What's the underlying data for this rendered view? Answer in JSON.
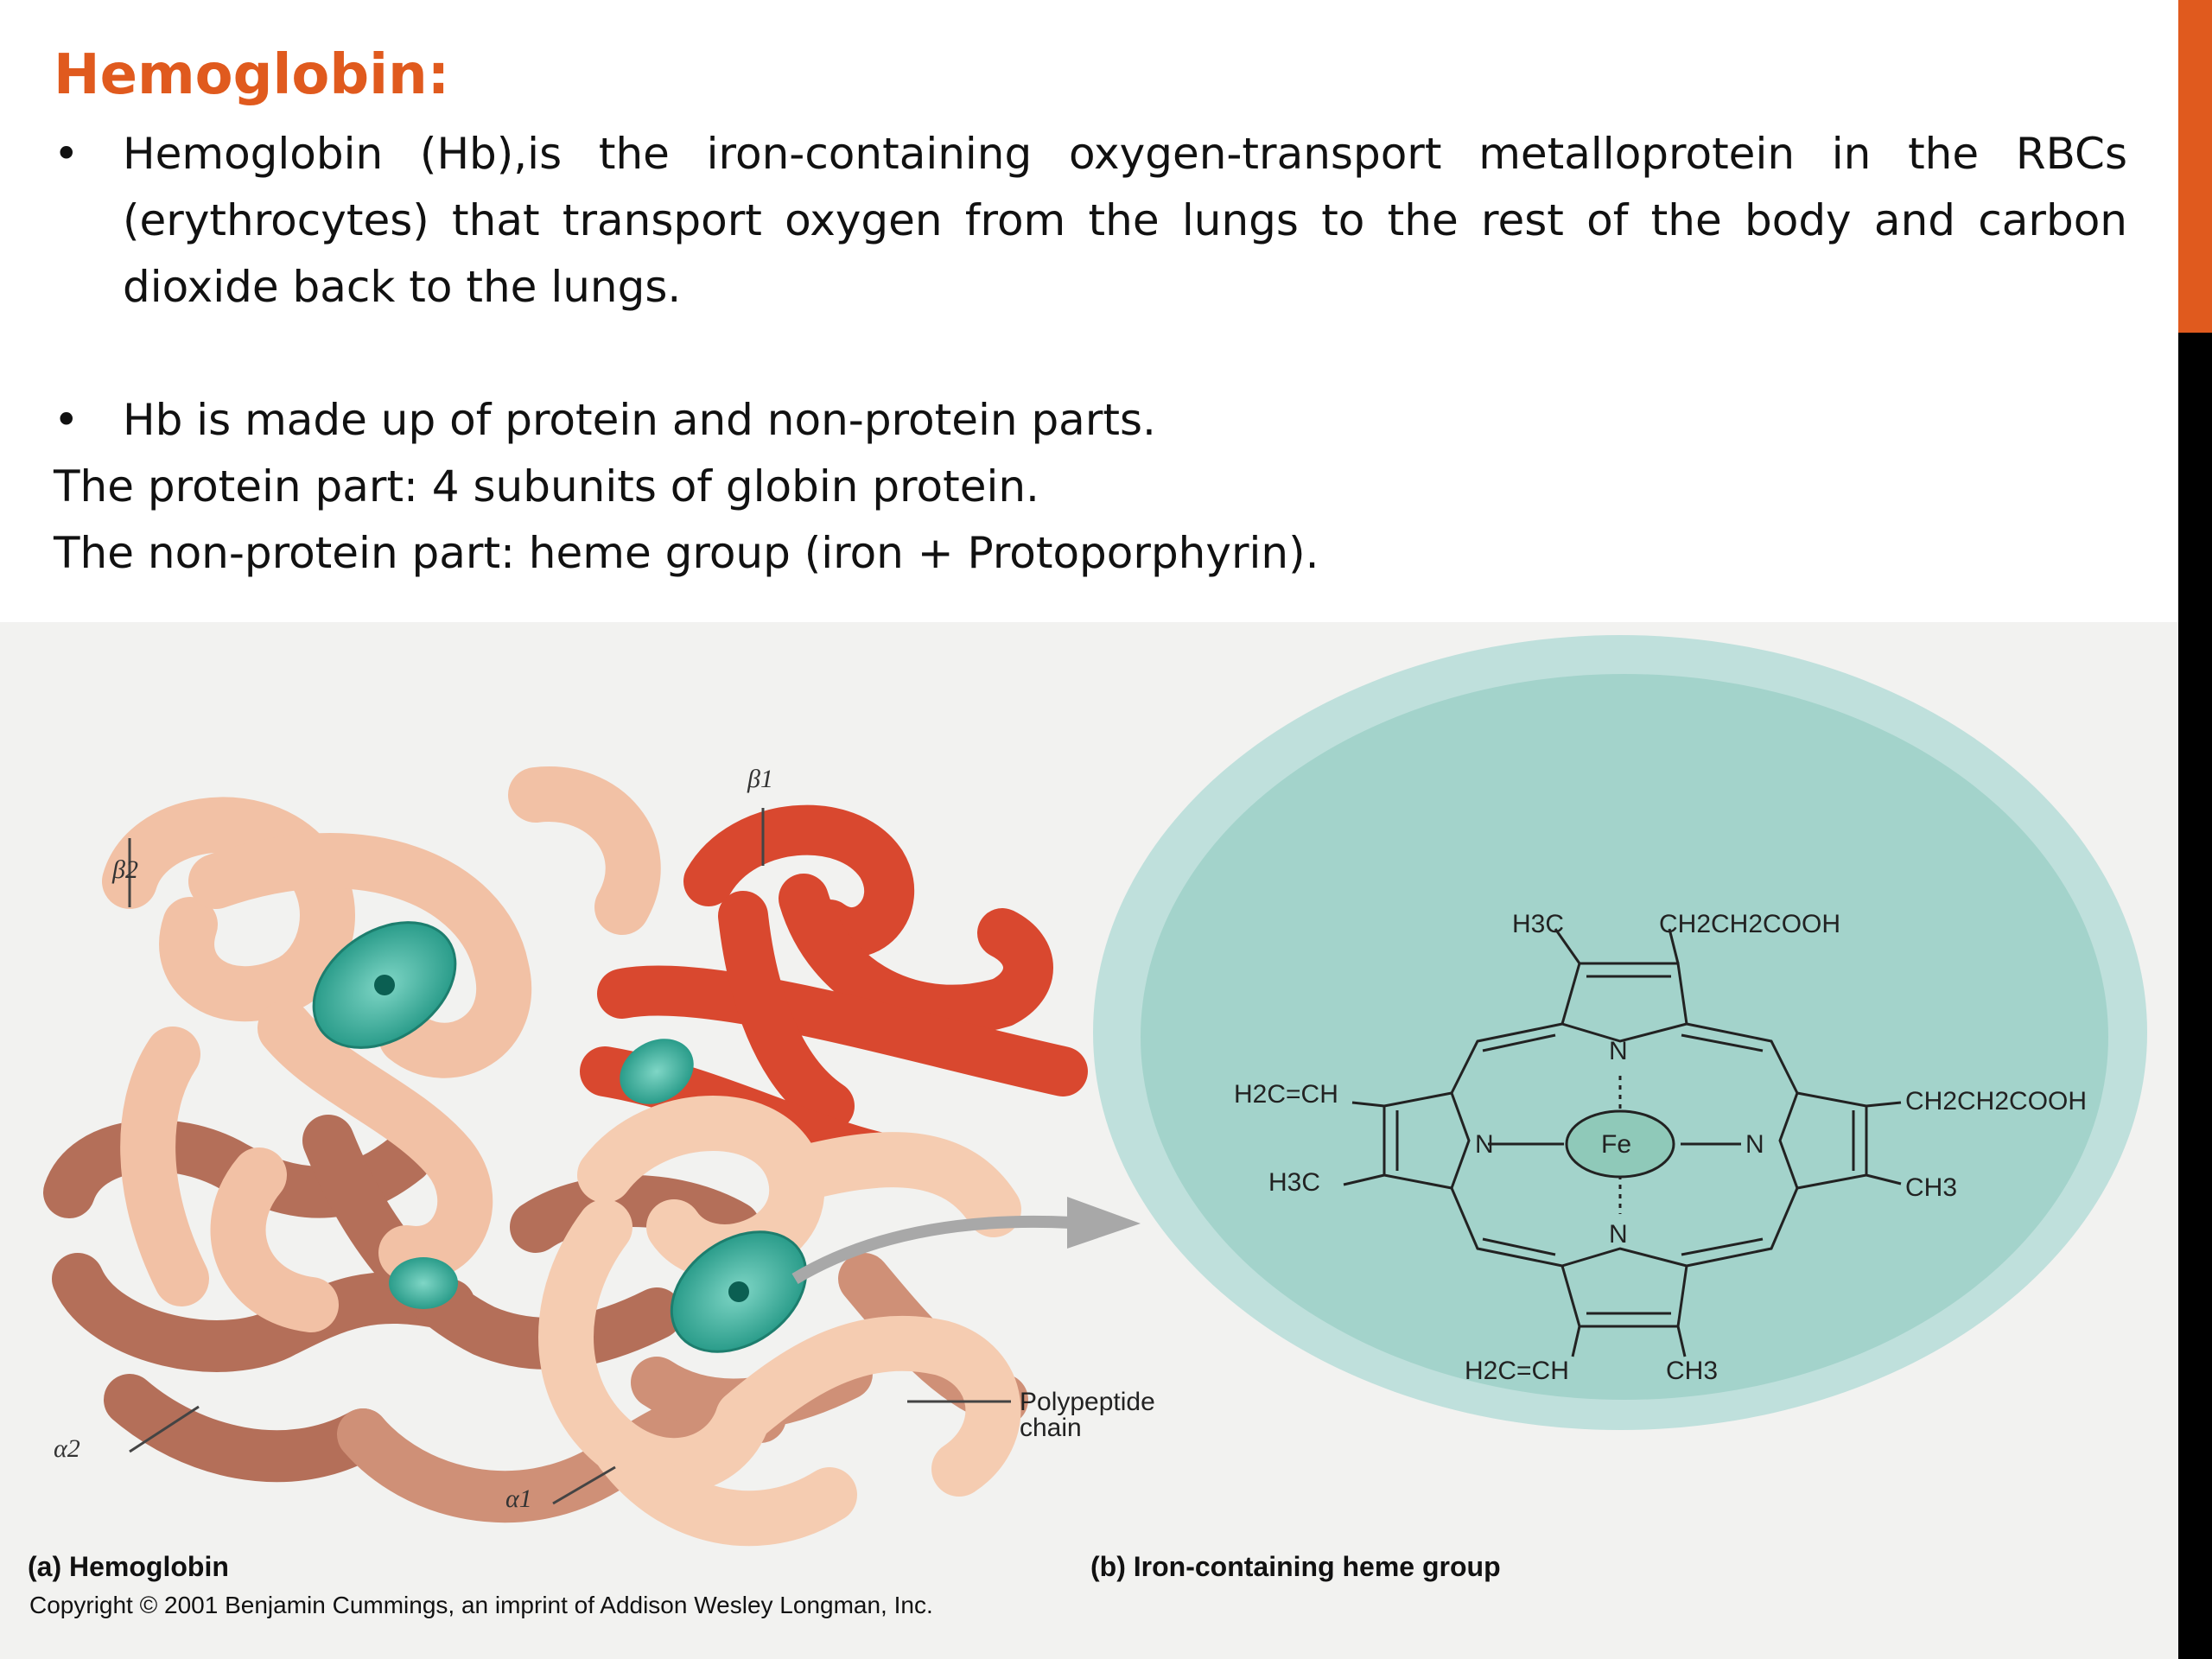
{
  "slide": {
    "title": "Hemoglobin:",
    "bullets": [
      "Hemoglobin (Hb),is the iron-containing oxygen-transport metalloprotein in the RBCs (erythrocytes) that transport oxygen from the lungs to the rest of the body and carbon dioxide back to the lungs.",
      "Hb is made up of protein and non-protein parts."
    ],
    "lines": [
      "The protein part: 4 subunits of globin protein.",
      "The non-protein part:  heme group (iron + Protoporphyrin)."
    ],
    "bullet_symbol": "•",
    "accent_color": "#e05a1e"
  },
  "figure": {
    "labels": {
      "beta1": "β1",
      "beta2": "β2",
      "alpha1": "α1",
      "alpha2": "α2",
      "polypeptide": "Polypeptide",
      "chain": "chain"
    },
    "heme": {
      "top_left": "H3C",
      "top_right": "CH2CH2COOH",
      "left_upper": "H2C=CH",
      "left_lower": "H3C",
      "right_upper": "CH2CH2COOH",
      "right_lower": "CH3",
      "bottom_left": "H2C=CH",
      "bottom_right": "CH3",
      "n_top": "N",
      "n_bottom": "N",
      "n_left": "N",
      "n_right": "N",
      "center": "Fe"
    },
    "caption_a": "(a) Hemoglobin",
    "caption_b": "(b) Iron-containing heme group",
    "copyright": "Copyright © 2001 Benjamin Cummings, an imprint of Addison Wesley Longman, Inc."
  }
}
